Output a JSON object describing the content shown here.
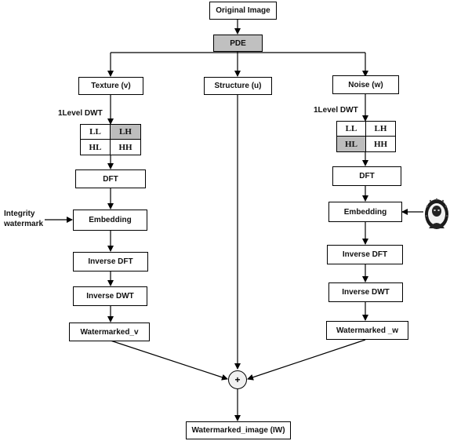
{
  "nodes": {
    "original": "Original Image",
    "pde": "PDE",
    "texture": "Texture (v)",
    "structure": "Structure (u)",
    "noise": "Noise (w)",
    "dft_left": "DFT",
    "embed_left": "Embedding",
    "idft_left": "Inverse DFT",
    "idwt_left": "Inverse DWT",
    "wm_v": "Watermarked_v",
    "dft_right": "DFT",
    "embed_right": "Embedding",
    "idft_right": "Inverse DFT",
    "idwt_right": "Inverse DWT",
    "wm_w": "Watermarked _w",
    "plus": "+",
    "output": "Watermarked_image (IW)"
  },
  "labels": {
    "dwt_left": "1Level DWT",
    "dwt_right": "1Level DWT",
    "integrity_line1": "Integrity",
    "integrity_line2": "watermark"
  },
  "subbands": {
    "ll": "LL",
    "lh": "LH",
    "hl": "HL",
    "hh": "HH"
  },
  "colors": {
    "highlight": "#bdbdbd",
    "pde_fill": "#c0c0c0",
    "line": "#000000"
  },
  "icons": {
    "watermark_image": "portrait-watermark-image"
  }
}
